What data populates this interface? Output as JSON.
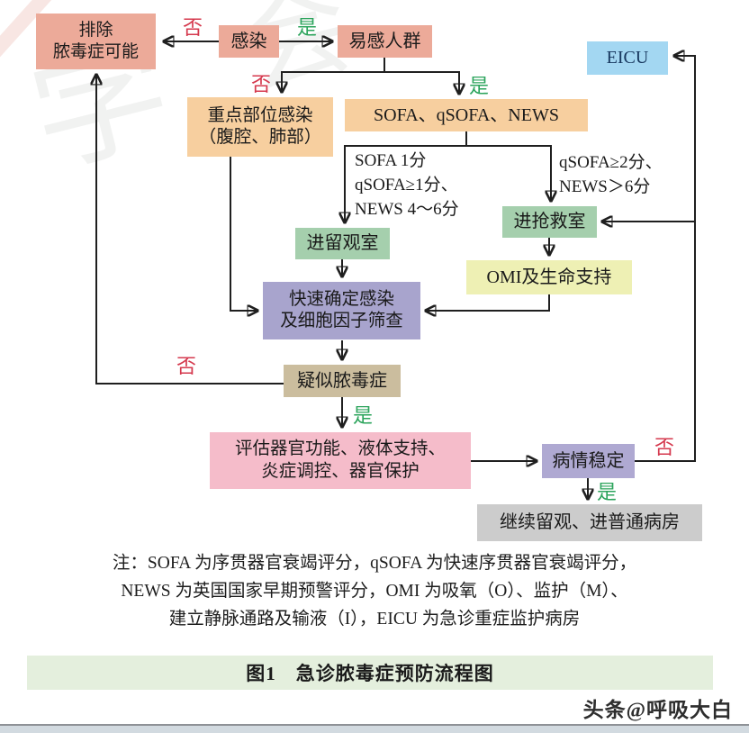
{
  "flow": {
    "nodes": {
      "exclude": {
        "label": "排除\n脓毒症可能",
        "color": "#ecaa99"
      },
      "infection": {
        "label": "感染",
        "color": "#ecaa99"
      },
      "susceptible": {
        "label": "易感人群",
        "color": "#ecaa99"
      },
      "eicu": {
        "label": "EICU",
        "color": "#a3d7f2"
      },
      "key_site": {
        "label": "重点部位感染\n（腹腔、肺部）",
        "color": "#f7cf9f"
      },
      "scores": {
        "label": "SOFA、qSOFA、NEWS",
        "color": "#f7cf9f"
      },
      "observation": {
        "label": "进留观室",
        "color": "#a5cfad"
      },
      "rescue": {
        "label": "进抢救室",
        "color": "#a5cfad"
      },
      "omi": {
        "label": "OMI及生命支持",
        "color": "#eef0b4"
      },
      "rapid_confirm": {
        "label": "快速确定感染\n及细胞因子筛查",
        "color": "#a8a4cd"
      },
      "suspected": {
        "label": "疑似脓毒症",
        "color": "#cbbd9e"
      },
      "assess": {
        "label": "评估器官功能、液体支持、\n炎症调控、器官保护",
        "color": "#f5bcca"
      },
      "stable": {
        "label": "病情稳定",
        "color": "#afa9d2"
      },
      "general_ward": {
        "label": "继续留观、进普通病房",
        "color": "#cccccc"
      }
    },
    "labels": {
      "no": "否",
      "yes": "是",
      "criteria_left": "SOFA 1分\nqSOFA≥1分、\nNEWS 4～6分",
      "criteria_right": "qSOFA≥2分、\nNEWS＞6分"
    },
    "label_colors": {
      "no": "#d5394e",
      "yes": "#2ca45c"
    }
  },
  "note": {
    "text": "注：SOFA 为序贯器官衰竭评分，qSOFA 为快速序贯器官衰竭评分，\nNEWS 为英国国家早期预警评分，OMI 为吸氧（O）、监护（M）、\n建立静脉通路及输液（I），EICU 为急诊重症监护病房"
  },
  "caption": {
    "text": "图1　急诊脓毒症预防流程图",
    "bar_color": "#e4efdd"
  },
  "watermark": {
    "text": "头条@呼吸大白"
  },
  "background": {
    "glyph1": "学",
    "glyph2": "会"
  }
}
